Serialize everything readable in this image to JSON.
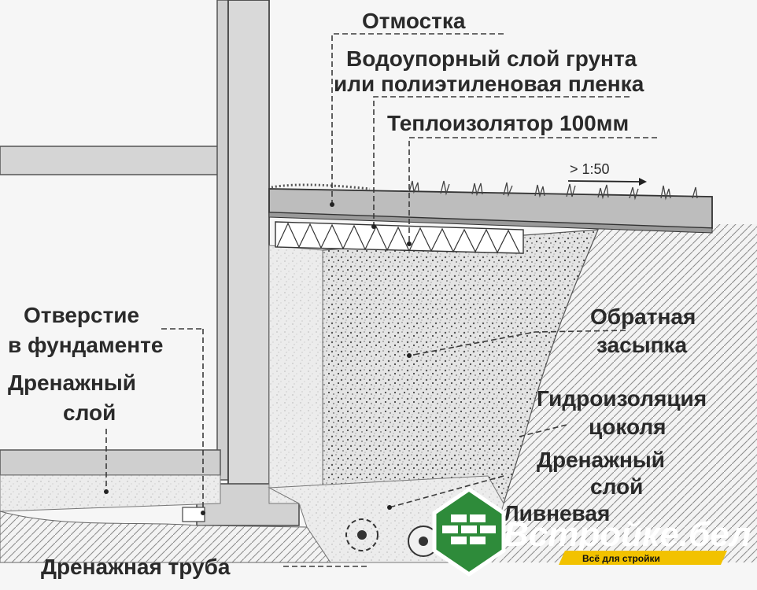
{
  "labels": {
    "otmostka": "Отмостка",
    "vodoupor_line1": "Водоупорный слой грунта",
    "vodoupor_line2": "или полиэтиленовая пленка",
    "teploizolyator": "Теплоизолятор 100мм",
    "slope": "> 1:50",
    "otverstie_line1": "Отверстие",
    "otverstie_line2": "в фундаменте",
    "drenazh_left_line1": "Дренажный",
    "drenazh_left_line2": "слой",
    "obratnaya_line1": "Обратная",
    "obratnaya_line2": "засыпка",
    "gidro_line1": "Гидроизоляция",
    "gidro_line2": "цоколя",
    "drenazh_right_line1": "Дренажный",
    "drenazh_right_line2": "слой",
    "livnevaya": "Ливневая",
    "drenazh_truba": "Дренажная труба"
  },
  "brand": {
    "name": "Встройке.бел",
    "tagline": "Всё для стройки",
    "colors": {
      "green": "#2e8b3a",
      "yellow": "#f2c200",
      "white": "#ffffff"
    }
  }
}
